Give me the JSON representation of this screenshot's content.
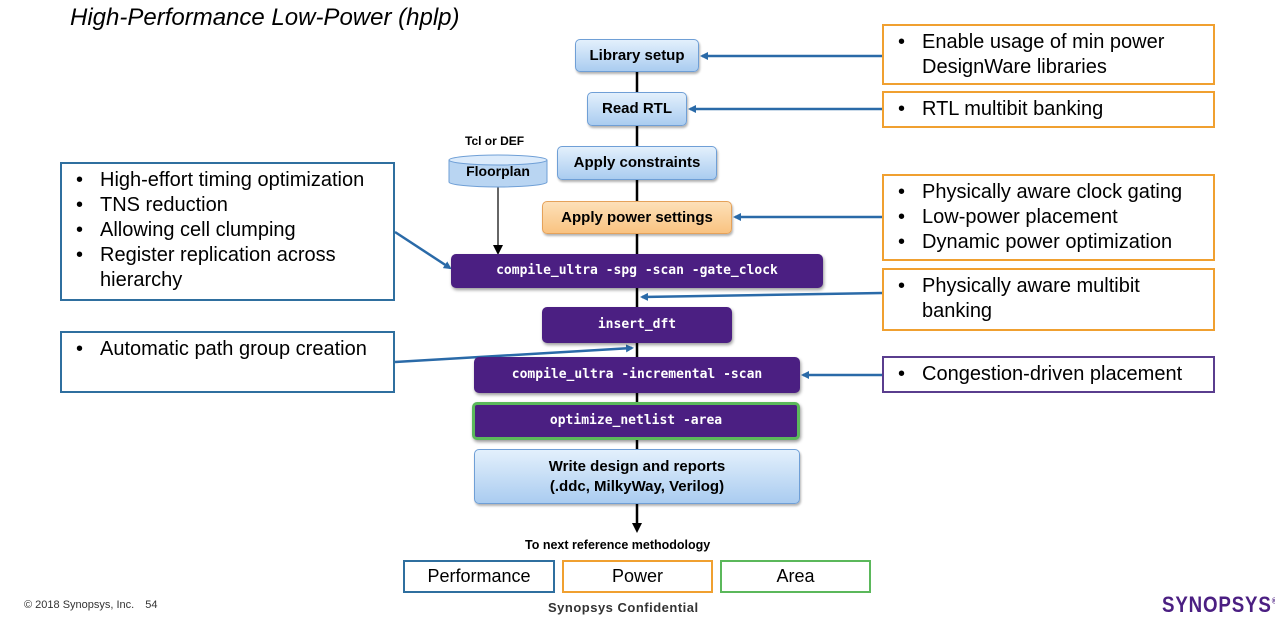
{
  "title": "High-Performance Low-Power (hplp)",
  "steps": {
    "library_setup": "Library setup",
    "read_rtl": "Read RTL",
    "apply_constraints": "Apply constraints",
    "apply_power": "Apply power settings",
    "compile_ultra": "compile_ultra -spg -scan -gate_clock",
    "insert_dft": "insert_dft",
    "compile_incremental": "compile_ultra -incremental -scan",
    "optimize_netlist": "optimize_netlist -area",
    "write_design_line1": "Write design and reports",
    "write_design_line2": "(.ddc, MilkyWay, Verilog)"
  },
  "floorplan": {
    "label": "Floorplan",
    "input_label": "Tcl or DEF"
  },
  "notes": {
    "library": [
      "Enable usage of min power DesignWare libraries"
    ],
    "rtl": [
      "RTL multibit banking"
    ],
    "power": [
      "Physically aware clock gating",
      "Low-power placement",
      "Dynamic power optimization"
    ],
    "multibit": [
      "Physically aware multibit banking"
    ],
    "congestion": [
      "Congestion-driven placement"
    ],
    "timing": [
      "High-effort timing optimization",
      "TNS reduction",
      "Allowing cell clumping",
      "Register replication across hierarchy"
    ],
    "path_group": [
      "Automatic path group creation"
    ]
  },
  "next_label": "To next reference methodology",
  "legend": [
    "Performance",
    "Power",
    "Area"
  ],
  "colors": {
    "performance": "#2f6f9f",
    "power": "#f0a030",
    "area": "#5bb85b",
    "command": "#4b1f82"
  },
  "footer": {
    "copyright": "© 2018 Synopsys, Inc.",
    "page": "54",
    "confidential": "Synopsys Confidential",
    "logo": "SYNOPSYS"
  }
}
